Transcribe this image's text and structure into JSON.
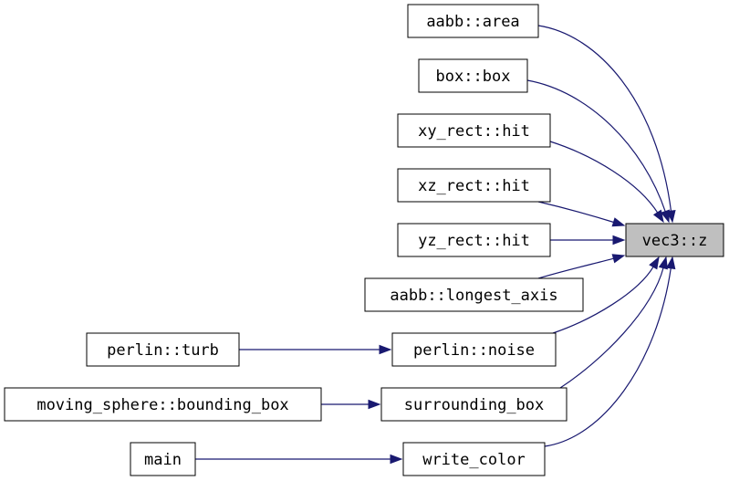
{
  "diagram": {
    "type": "call-graph",
    "edge_color": "#191970",
    "highlight_color": "#bfbfbf",
    "nodes": [
      {
        "id": "vec3_z",
        "label": "vec3::z",
        "highlight": true
      },
      {
        "id": "aabb_area",
        "label": "aabb::area"
      },
      {
        "id": "box_box",
        "label": "box::box"
      },
      {
        "id": "xy_rect_hit",
        "label": "xy_rect::hit"
      },
      {
        "id": "xz_rect_hit",
        "label": "xz_rect::hit"
      },
      {
        "id": "yz_rect_hit",
        "label": "yz_rect::hit"
      },
      {
        "id": "aabb_longest_axis",
        "label": "aabb::longest_axis"
      },
      {
        "id": "perlin_noise",
        "label": "perlin::noise"
      },
      {
        "id": "perlin_turb",
        "label": "perlin::turb"
      },
      {
        "id": "surrounding_box",
        "label": "surrounding_box"
      },
      {
        "id": "moving_sphere_bounding_box",
        "label": "moving_sphere::bounding_box"
      },
      {
        "id": "write_color",
        "label": "write_color"
      },
      {
        "id": "main",
        "label": "main"
      }
    ],
    "edges": [
      {
        "from": "aabb_area",
        "to": "vec3_z"
      },
      {
        "from": "box_box",
        "to": "vec3_z"
      },
      {
        "from": "xy_rect_hit",
        "to": "vec3_z"
      },
      {
        "from": "xz_rect_hit",
        "to": "vec3_z"
      },
      {
        "from": "yz_rect_hit",
        "to": "vec3_z"
      },
      {
        "from": "aabb_longest_axis",
        "to": "vec3_z"
      },
      {
        "from": "perlin_noise",
        "to": "vec3_z"
      },
      {
        "from": "surrounding_box",
        "to": "vec3_z"
      },
      {
        "from": "write_color",
        "to": "vec3_z"
      },
      {
        "from": "perlin_turb",
        "to": "perlin_noise"
      },
      {
        "from": "moving_sphere_bounding_box",
        "to": "surrounding_box"
      },
      {
        "from": "main",
        "to": "write_color"
      }
    ]
  }
}
